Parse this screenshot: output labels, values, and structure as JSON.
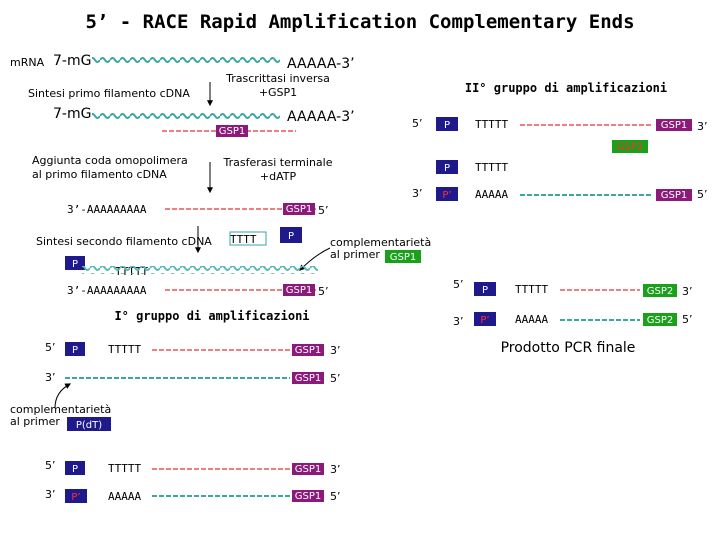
{
  "title": "5’ - RACE Rapid Amplification Complementary Ends",
  "labels": {
    "mrna": "mRNA",
    "seven_mg": "7-mG",
    "polya_end": "AAAAA-3’",
    "sintesi_primo": "Sintesi primo filamento cDNA",
    "trascrittasi_line1": "Trascrittasi inversa",
    "trascrittasi_line2": "+GSP1",
    "aggiunta_line1": "Aggiunta coda omopolimera",
    "aggiunta_line2": "al primo filamento cDNA",
    "trasferasi_line1": "Trasferasi terminale",
    "trasferasi_line2": "+dATP",
    "polyA_3prime": "3’-AAAAAAAAA",
    "sintesi_secondo": "Sintesi secondo filamento cDNA",
    "complementarieta": "complementarietà",
    "al_primer": "al primer",
    "gruppo_1": "I° gruppo di amplificazioni",
    "gruppo_2": "II° gruppo di amplificazioni",
    "prodotto": "Prodotto PCR finale",
    "five_prime": "5’",
    "three_prime": "3’"
  },
  "tags": {
    "gsp1": "GSP1",
    "gsp2": "GSP2",
    "p": "P",
    "p_prime": "P’",
    "pdt": "P(dT)",
    "ttttt": "TTTTT",
    "tttt": "TTTT",
    "aaaaa": "AAAAA"
  },
  "colors": {
    "gsp_fill": "#8b1a7a",
    "gsp_text": "#ffffff",
    "gsp2_fill": "#1aa01a",
    "p_fill": "#1e1a8c",
    "p_text": "#ffffff",
    "p_prime_text": "#ff3030",
    "aaaaa_text": "#ff3030",
    "wavy_strand": "#3aa6a6",
    "template_strand": "#f08080"
  }
}
